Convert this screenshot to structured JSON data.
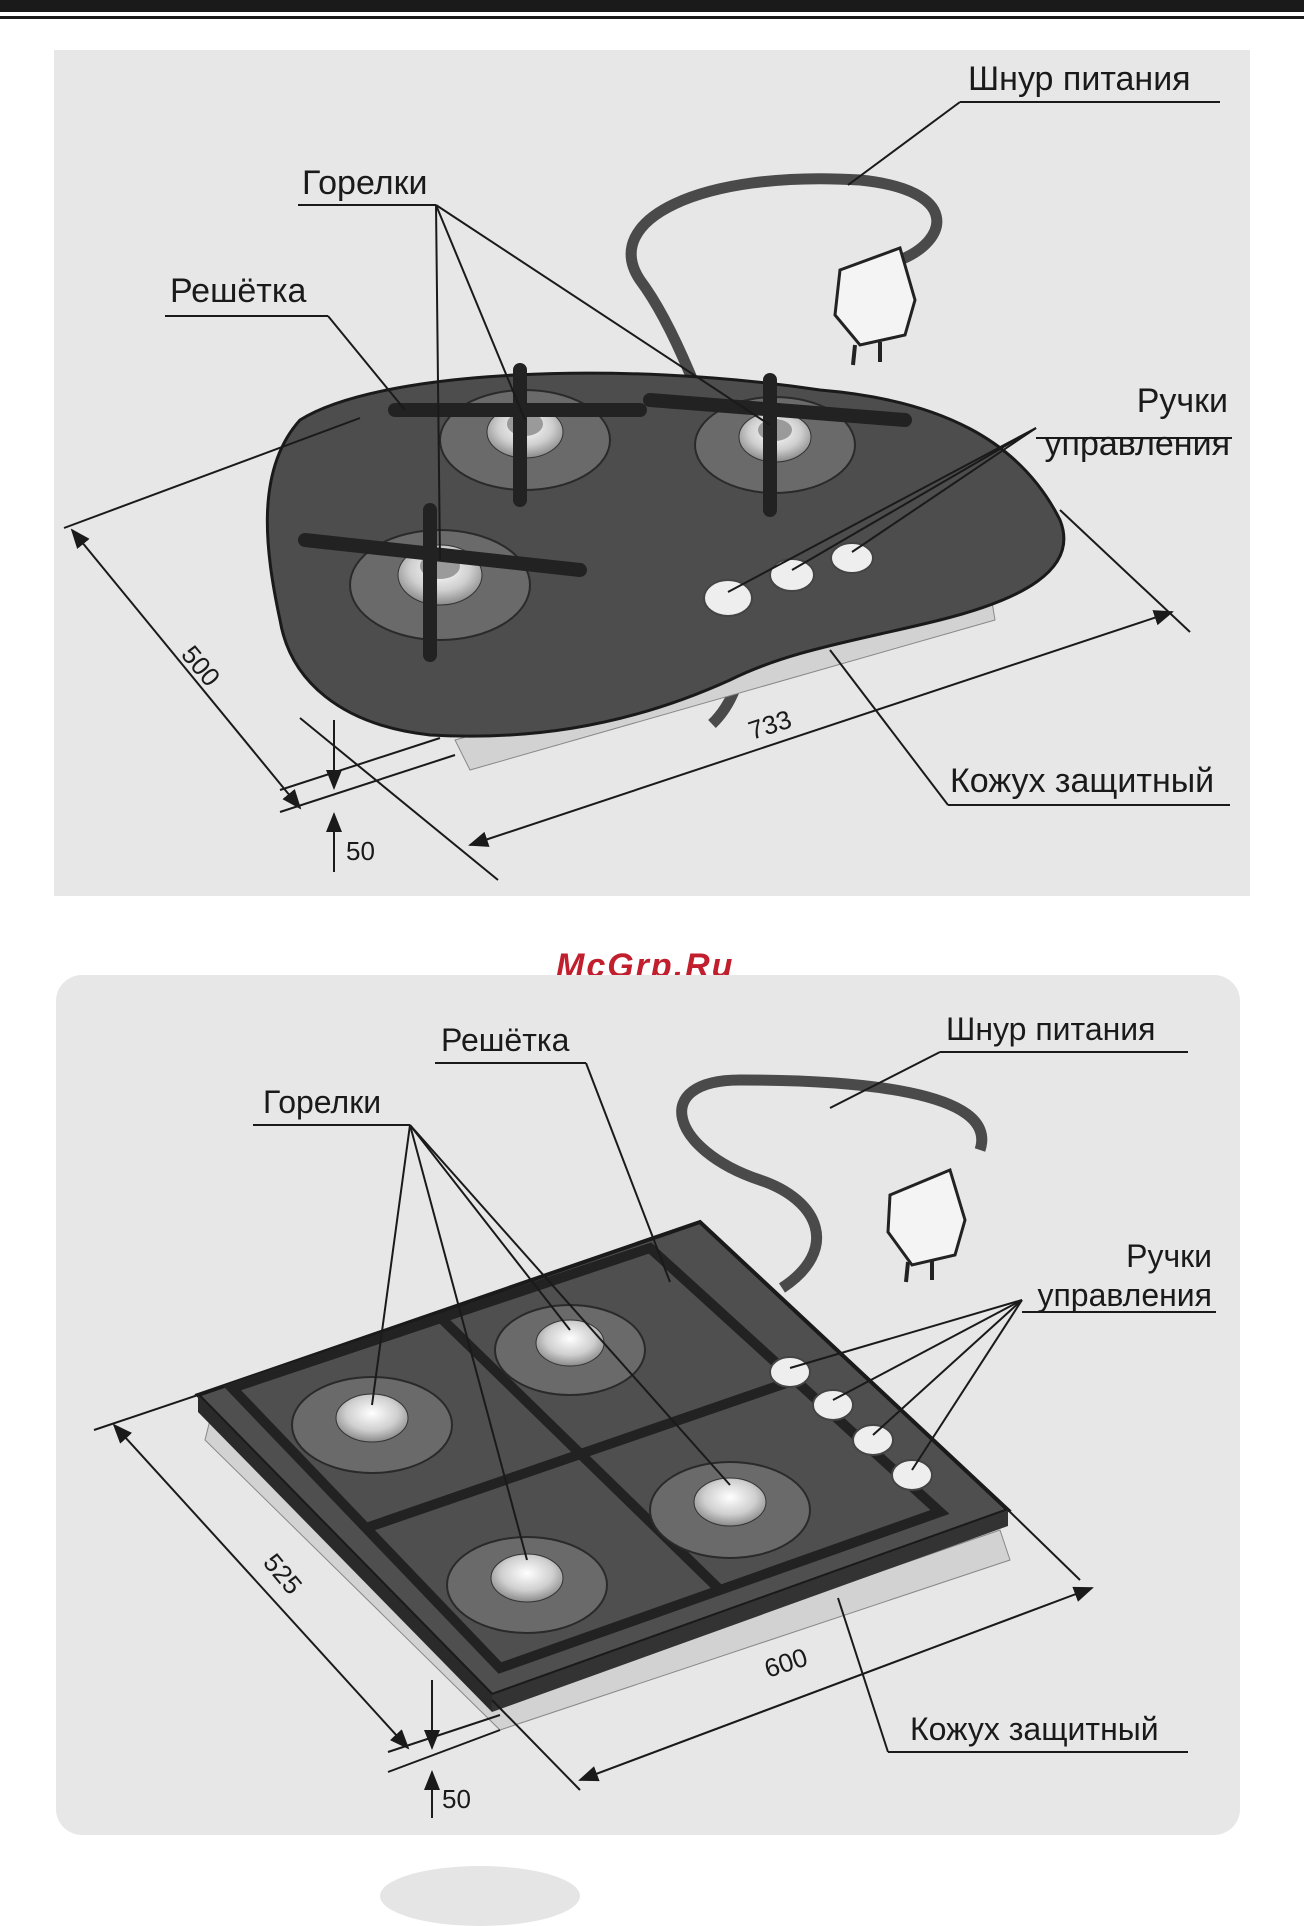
{
  "watermark": "McGrp.Ru",
  "diagram_top": {
    "labels": {
      "power_cord": "Шнур питания",
      "burners": "Горелки",
      "grate": "Решётка",
      "knobs_line1": "Ручки",
      "knobs_line2": "управления",
      "casing": "Кожух защитный"
    },
    "dimensions": {
      "depth": "500",
      "width": "733",
      "height": "50"
    }
  },
  "diagram_bottom": {
    "labels": {
      "power_cord": "Шнур питания",
      "grate": "Решётка",
      "burners": "Горелки",
      "knobs_line1": "Ручки",
      "knobs_line2": "управления",
      "casing": "Кожух защитный"
    },
    "dimensions": {
      "depth": "525",
      "width": "600",
      "height": "50"
    }
  },
  "colors": {
    "panel_bg": "#e7e7e7",
    "hob_surface": "#4a4a4a",
    "grate": "#2f2f2f",
    "watermark": "#c21f2e"
  }
}
